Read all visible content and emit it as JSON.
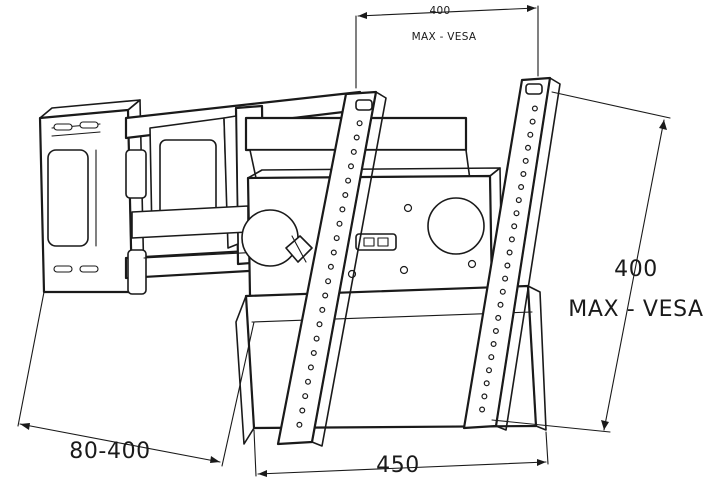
{
  "diagram": {
    "top_dimension": {
      "value": "400",
      "caption": "MAX - VESA"
    },
    "right_dimension": {
      "value": "400",
      "caption": "MAX - VESA"
    },
    "left_dimension": {
      "value": "80-400"
    },
    "bottom_dimension": {
      "value": "450"
    }
  }
}
